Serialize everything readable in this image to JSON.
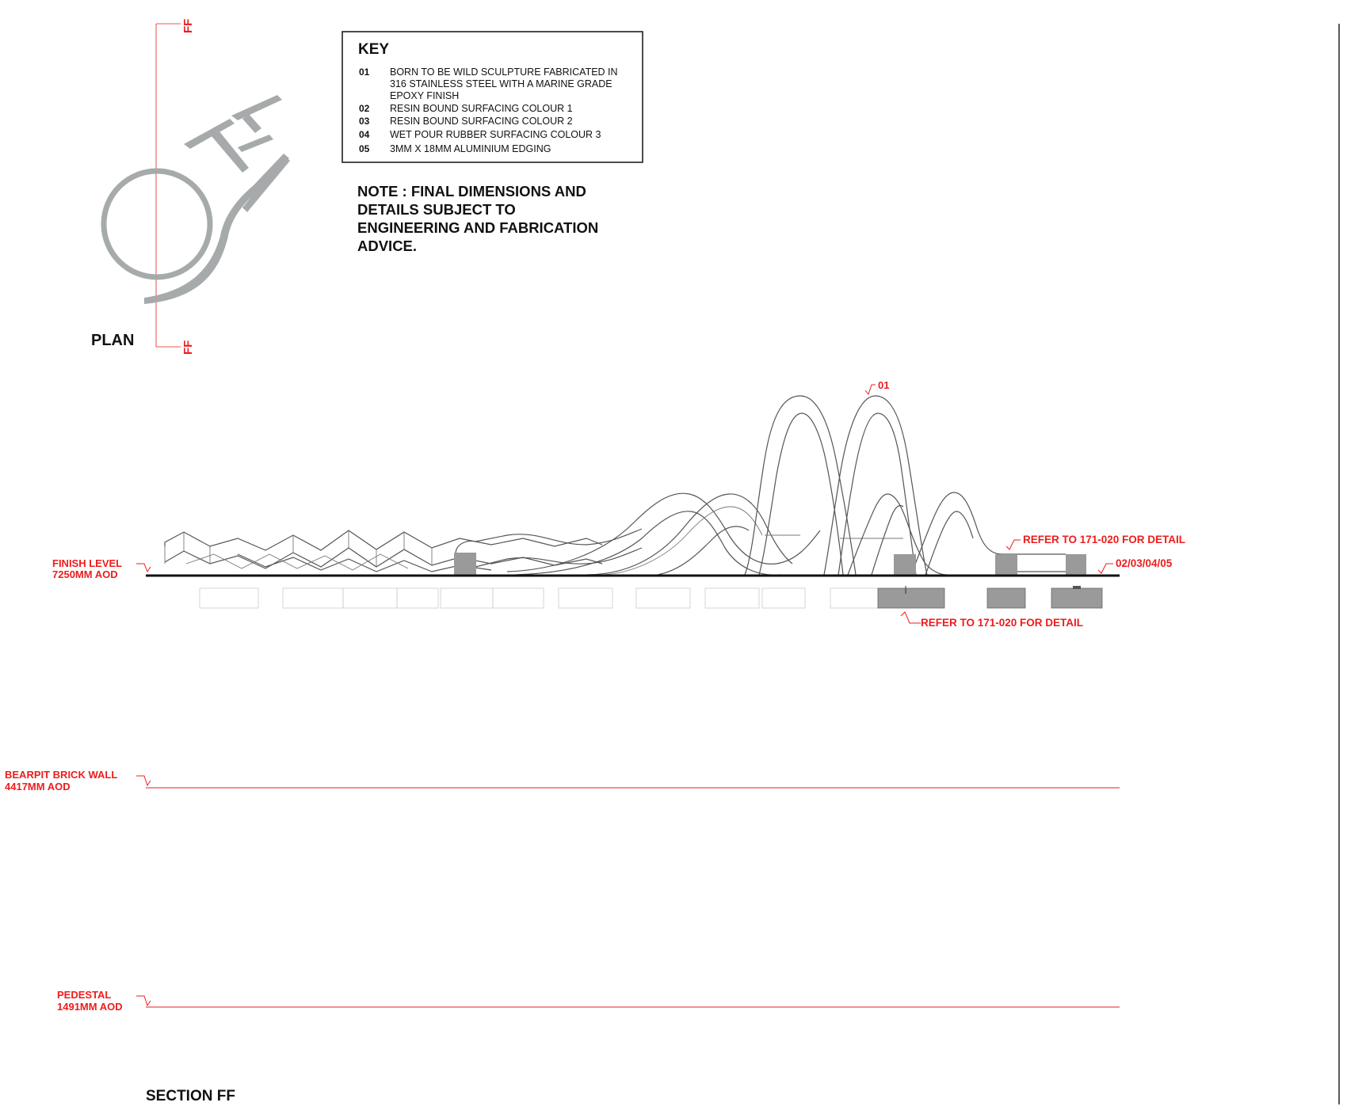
{
  "key": {
    "title": "KEY",
    "items": [
      {
        "code": "01",
        "lines": [
          "BORN TO BE WILD SCULPTURE FABRICATED IN",
          "316 STAINLESS STEEL WITH A MARINE GRADE",
          "EPOXY FINISH"
        ]
      },
      {
        "code": "02",
        "lines": [
          "RESIN BOUND SURFACING COLOUR 1"
        ]
      },
      {
        "code": "03",
        "lines": [
          "RESIN BOUND SURFACING COLOUR 2"
        ]
      },
      {
        "code": "04",
        "lines": [
          "WET POUR RUBBER SURFACING COLOUR 3"
        ]
      },
      {
        "code": "05",
        "lines": [
          "3MM X 18MM ALUMINIUM EDGING"
        ]
      }
    ]
  },
  "note": {
    "lines": [
      "NOTE : FINAL DIMENSIONS AND",
      "DETAILS SUBJECT TO",
      "ENGINEERING AND FABRICATION",
      "ADVICE."
    ]
  },
  "plan": {
    "label": "PLAN",
    "section_mark_top": "FF",
    "section_mark_bottom": "FF"
  },
  "section": {
    "title": "SECTION FF",
    "callout_sculpture": "01",
    "callout_refer_top": "REFER TO 171-020 FOR DETAIL",
    "callout_refer_bottom": "REFER TO 171-020 FOR DETAIL",
    "callout_surfacing": "02/03/04/05",
    "levels": [
      {
        "name": "FINISH LEVEL",
        "value": "7250MM AOD"
      },
      {
        "name": "BEARPIT BRICK WALL",
        "value": "4417MM AOD"
      },
      {
        "name": "PEDESTAL",
        "value": "1491MM AOD"
      }
    ]
  },
  "colors": {
    "annotation_red": "#ee1c1c",
    "plan_grey": "#a6aaab",
    "ink": "#111111",
    "footing_grey": "#9a9a9a"
  }
}
